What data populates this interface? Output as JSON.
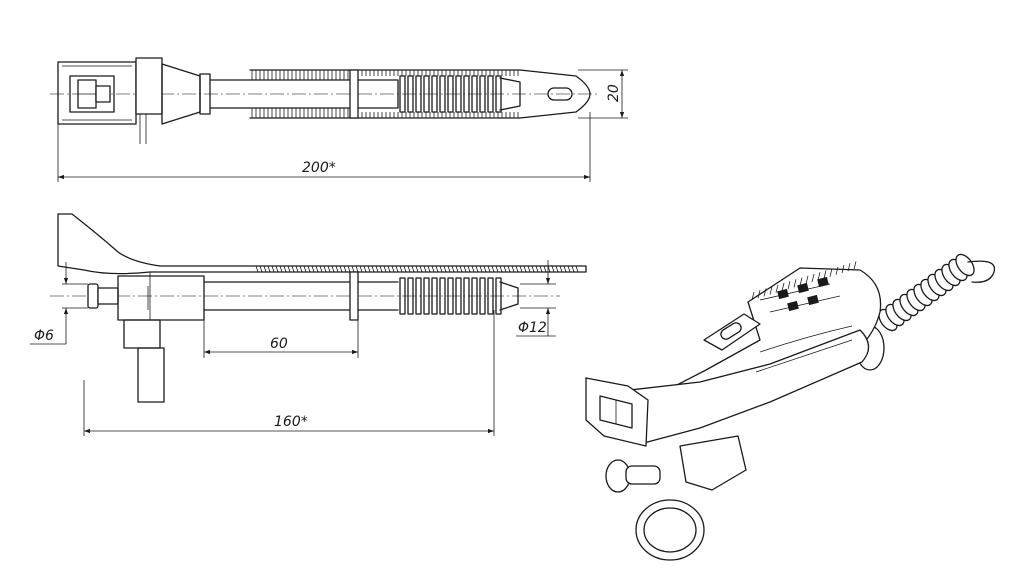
{
  "dimensions": {
    "top_length": "200*",
    "top_height": "20",
    "side_small_diameter": "Φ6",
    "side_large_diameter": "Φ12",
    "side_anchor_distance": "60",
    "side_length": "160*"
  }
}
